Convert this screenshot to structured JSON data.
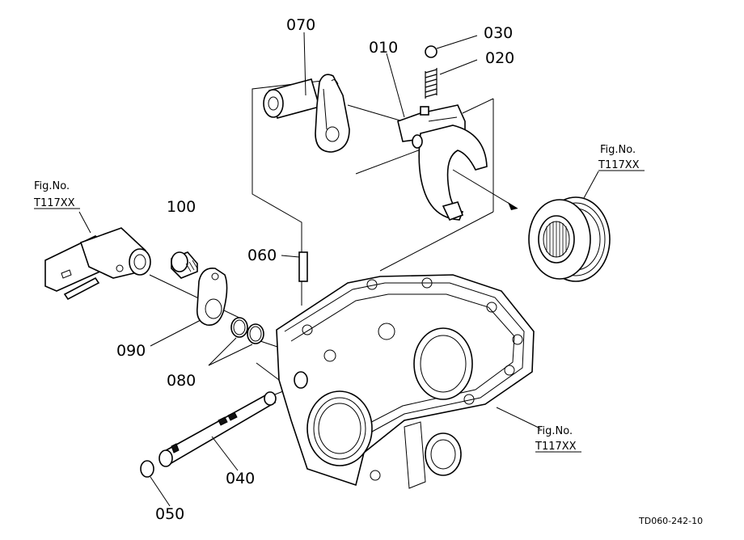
{
  "labels": {
    "p010": "010",
    "p020": "020",
    "p030": "030",
    "p040": "040",
    "p050": "050",
    "p060": "060",
    "p070": "070",
    "p080": "080",
    "p090": "090",
    "p100": "100"
  },
  "fig_refs": {
    "left": {
      "title": "Fig.No.",
      "ref": "T117XX"
    },
    "right_upper": {
      "title": "Fig.No.",
      "ref": "T117XX"
    },
    "right_lower": {
      "title": "Fig.No.",
      "ref": "T117XX"
    }
  },
  "drawing_code": "TD060-242-10"
}
